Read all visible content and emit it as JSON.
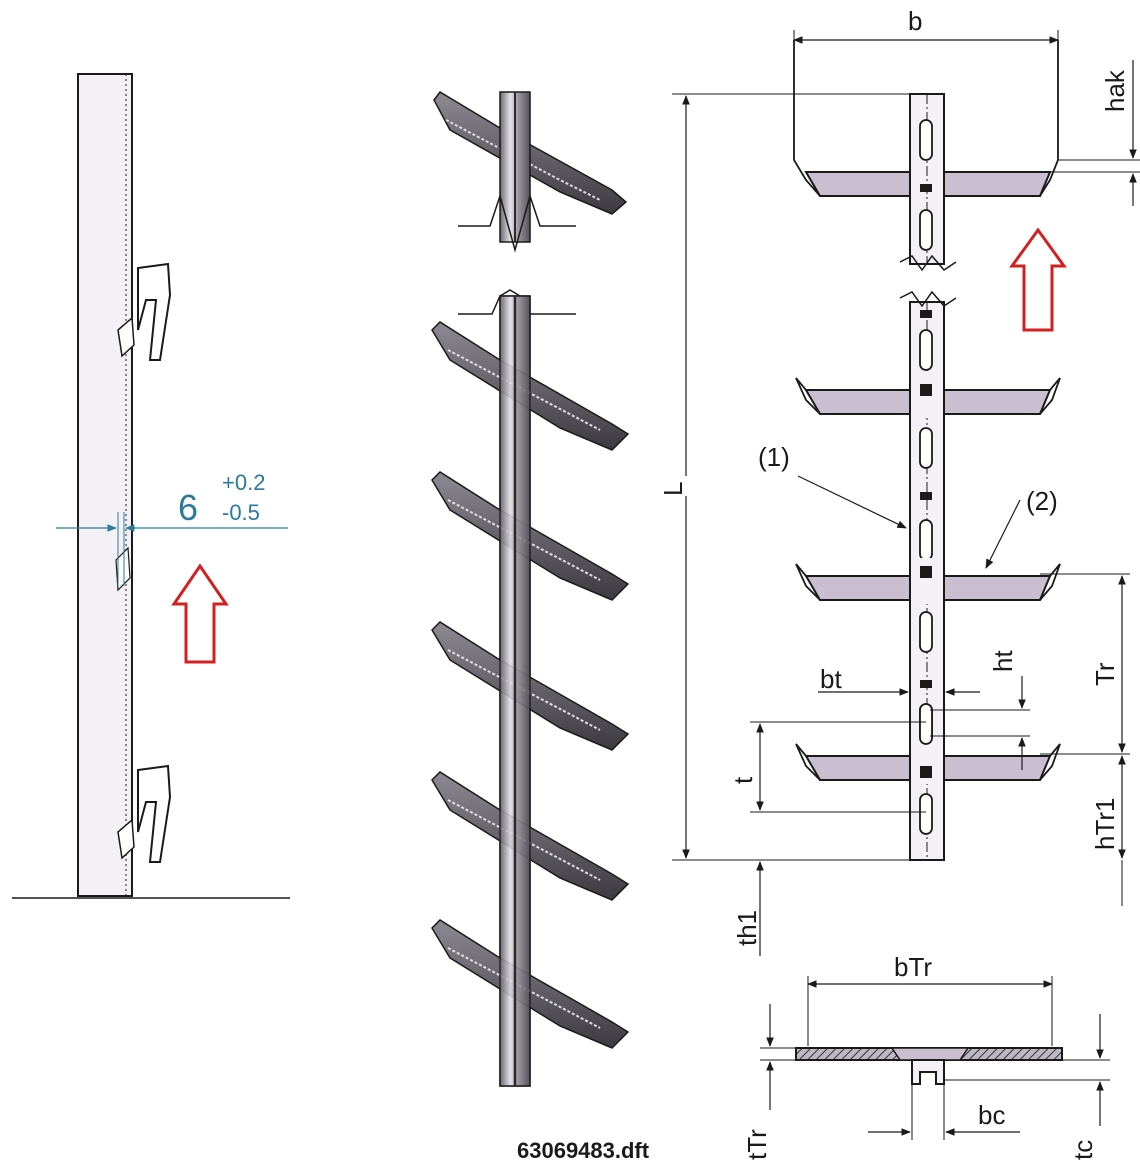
{
  "tolerance": {
    "nominal": "6",
    "upper": "+0.2",
    "lower": "-0.5"
  },
  "labels": {
    "b": "b",
    "hak": "hak",
    "L": "L",
    "callout_1": "(1)",
    "callout_2": "(2)",
    "ht": "ht",
    "bt": "bt",
    "Tr": "Tr",
    "t": "t",
    "hTr1": "hTr1",
    "th1": "th1",
    "bTr": "bTr",
    "tTr": "tTr",
    "bc": "bc",
    "tc": "tc"
  },
  "file_name": "63069483.dft",
  "colors": {
    "accent_arrow": "#d22020",
    "tolerance_text": "#2b7a9a",
    "shelf_fill": "#c9bfd0"
  }
}
